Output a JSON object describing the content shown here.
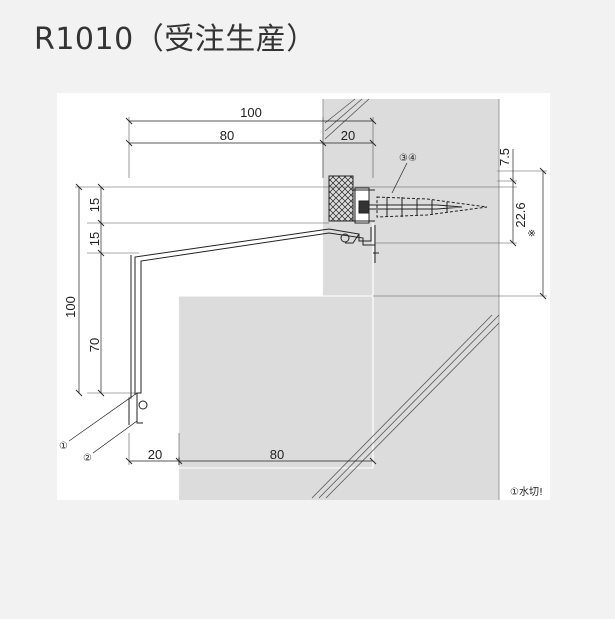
{
  "title": "R1010（受注生産）",
  "drawing": {
    "dimensions": {
      "top_total": "100",
      "top_left": "80",
      "top_right": "20",
      "left_upper": "15",
      "left_middle": "15",
      "left_total": "100",
      "left_lower": "70",
      "bottom_left": "20",
      "bottom_right": "80",
      "right_top": "7.5",
      "right_middle": "22.6",
      "right_mark": "※"
    },
    "callouts": {
      "one": "①",
      "two": "②",
      "three_four": "③④"
    },
    "legend_note": "①水切!"
  }
}
